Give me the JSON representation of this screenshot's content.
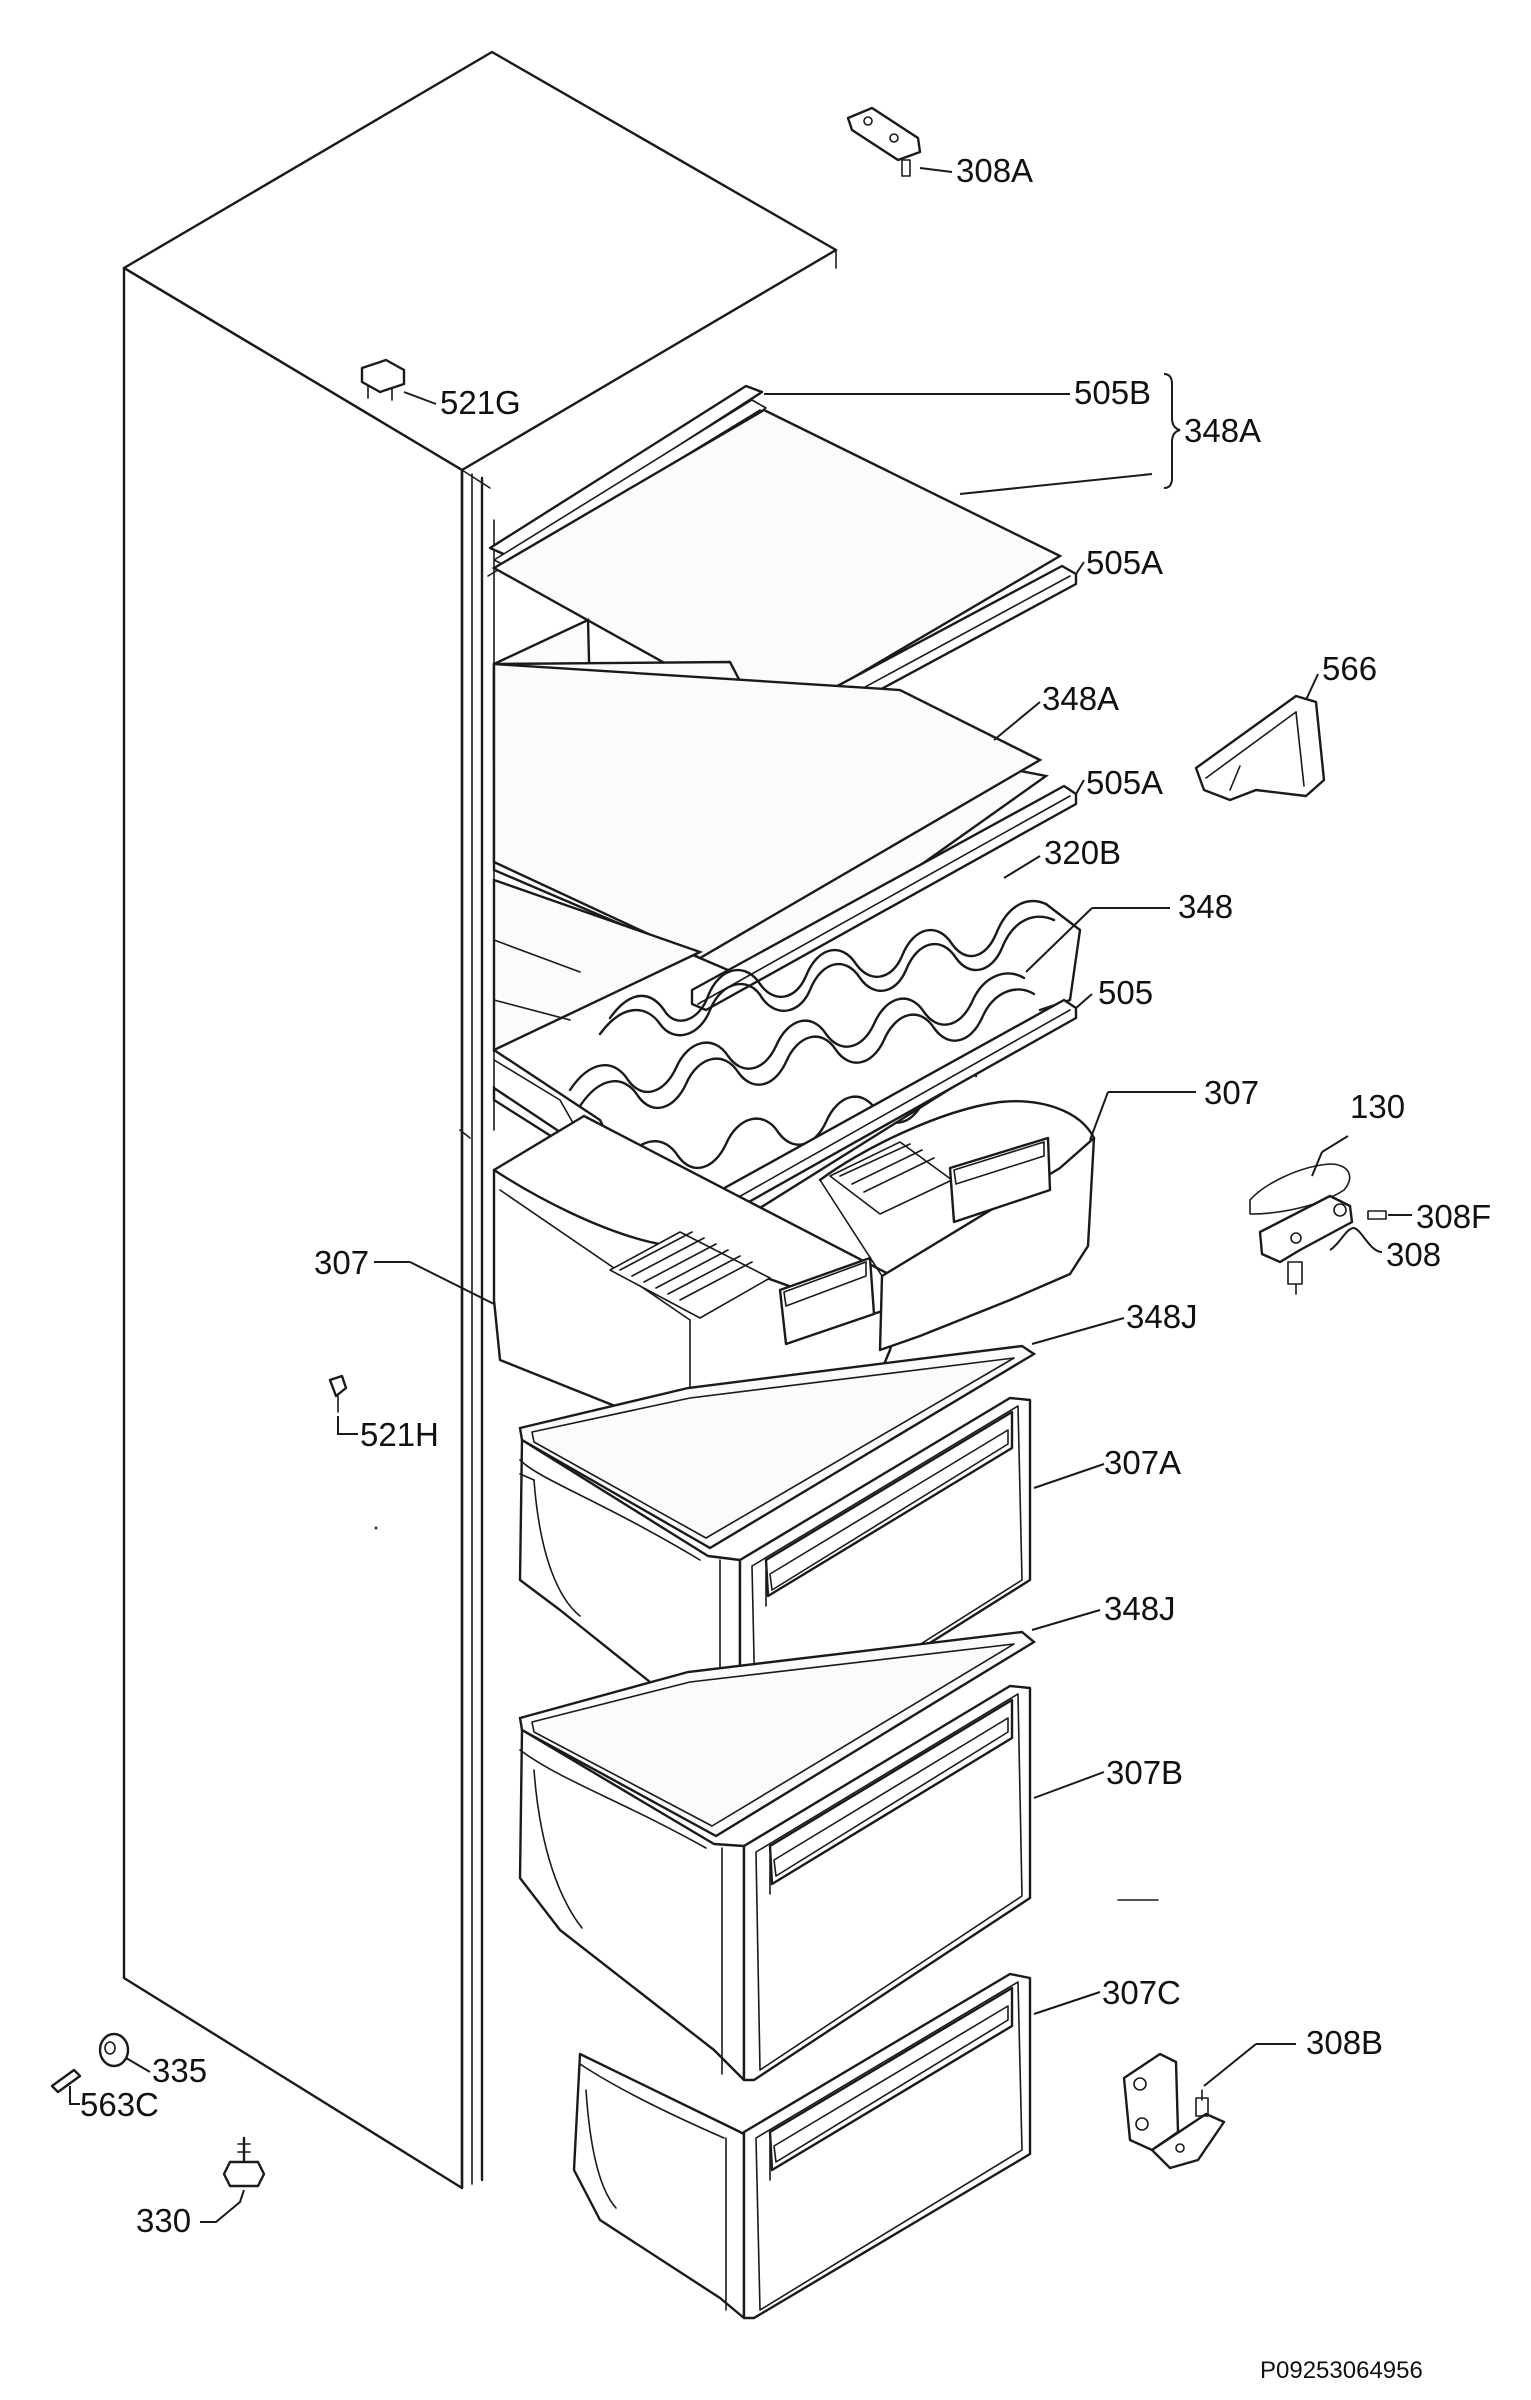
{
  "diagram": {
    "drawing_number": "P09253064956",
    "labels": {
      "l308A": "308A",
      "l521G": "521G",
      "l505B": "505B",
      "l348A_bracket": "348A",
      "l505A_1": "505A",
      "l566": "566",
      "l348A_2": "348A",
      "l505A_2": "505A",
      "l320B": "320B",
      "l348": "348",
      "l505": "505",
      "l307_right": "307",
      "l130": "130",
      "l308F": "308F",
      "l308": "308",
      "l307_left": "307",
      "l348J_1": "348J",
      "l521H": "521H",
      "l307A": "307A",
      "l348J_2": "348J",
      "l307B": "307B",
      "l307C": "307C",
      "l308B": "308B",
      "l335": "335",
      "l563C": "563C",
      "l330": "330"
    }
  }
}
